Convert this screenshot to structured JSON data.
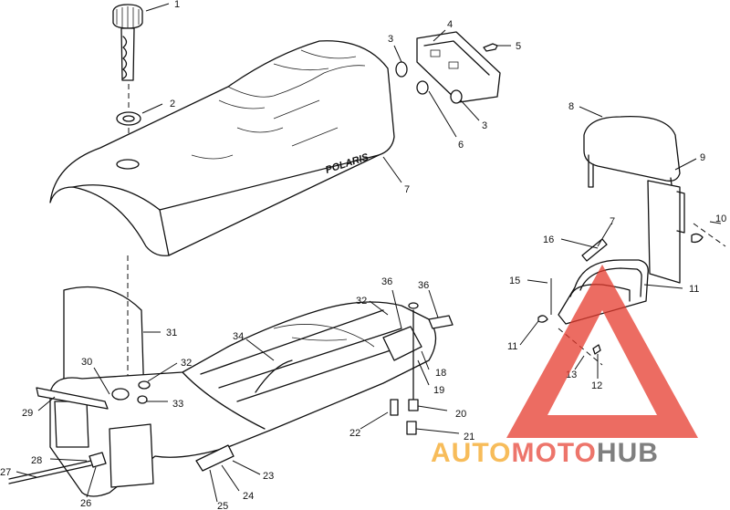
{
  "diagram": {
    "brand_text": "POLARIS",
    "callouts": [
      "1",
      "2",
      "3",
      "4",
      "5",
      "3",
      "6",
      "7",
      "8",
      "9",
      "10",
      "7",
      "16",
      "15",
      "11",
      "11",
      "13",
      "12",
      "36",
      "36",
      "32",
      "34",
      "18",
      "19",
      "20",
      "21",
      "22",
      "31",
      "32",
      "33",
      "30",
      "29",
      "28",
      "27",
      "26",
      "25",
      "24",
      "23"
    ]
  },
  "watermark": {
    "part1": "AUTO",
    "part2": "MOTO",
    "part3": "HUB",
    "color1": "#f5a623",
    "color2": "#e8473a",
    "color3": "#555555",
    "triangle_color": "#e63b2e"
  }
}
